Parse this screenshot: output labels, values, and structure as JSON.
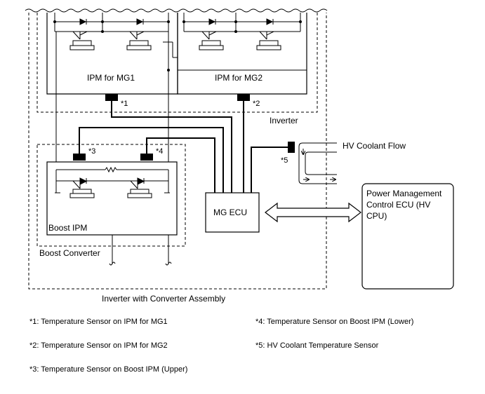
{
  "colors": {
    "line": "#000000",
    "background": "#ffffff"
  },
  "blocks": {
    "ipm_mg1": "IPM for MG1",
    "ipm_mg2": "IPM for MG2",
    "inverter": "Inverter",
    "boost_ipm": "Boost IPM",
    "boost_converter": "Boost Converter",
    "mg_ecu": "MG ECU",
    "assembly": "Inverter with Converter Assembly",
    "coolant_flow": "HV Coolant Flow",
    "pm_ecu": [
      "Power Management",
      "Control ECU (HV",
      "CPU)"
    ]
  },
  "sensor_marks": {
    "s1": "*1",
    "s2": "*2",
    "s3": "*3",
    "s4": "*4",
    "s5": "*5"
  },
  "legend": [
    "*1: Temperature Sensor on IPM for MG1",
    "*2: Temperature Sensor on IPM for MG2",
    "*3: Temperature Sensor on Boost IPM (Upper)",
    "*4: Temperature Sensor on Boost IPM (Lower)",
    "*5: HV Coolant Temperature Sensor"
  ]
}
